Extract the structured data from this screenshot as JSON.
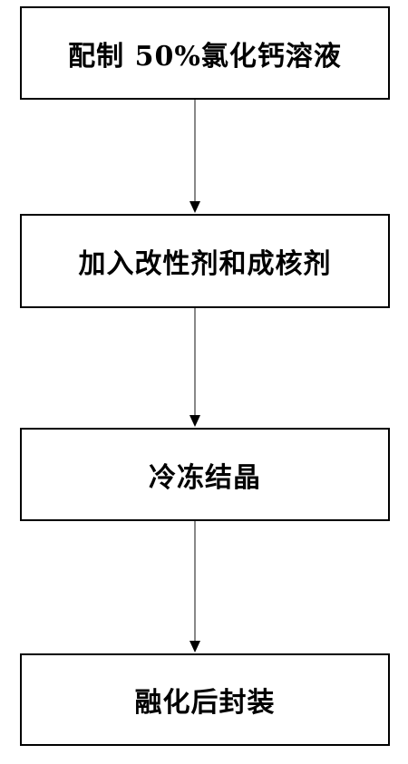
{
  "steps": [
    {
      "label": "配制 50%氯化钙溶液"
    },
    {
      "label": "加入改性剂和成核剂"
    },
    {
      "label": "冷冻结晶"
    },
    {
      "label": "融化后封装"
    }
  ],
  "colors": {
    "box_border": "#000000",
    "arrow_line": "#888888",
    "arrow_head": "#000000",
    "text": "#000000"
  }
}
